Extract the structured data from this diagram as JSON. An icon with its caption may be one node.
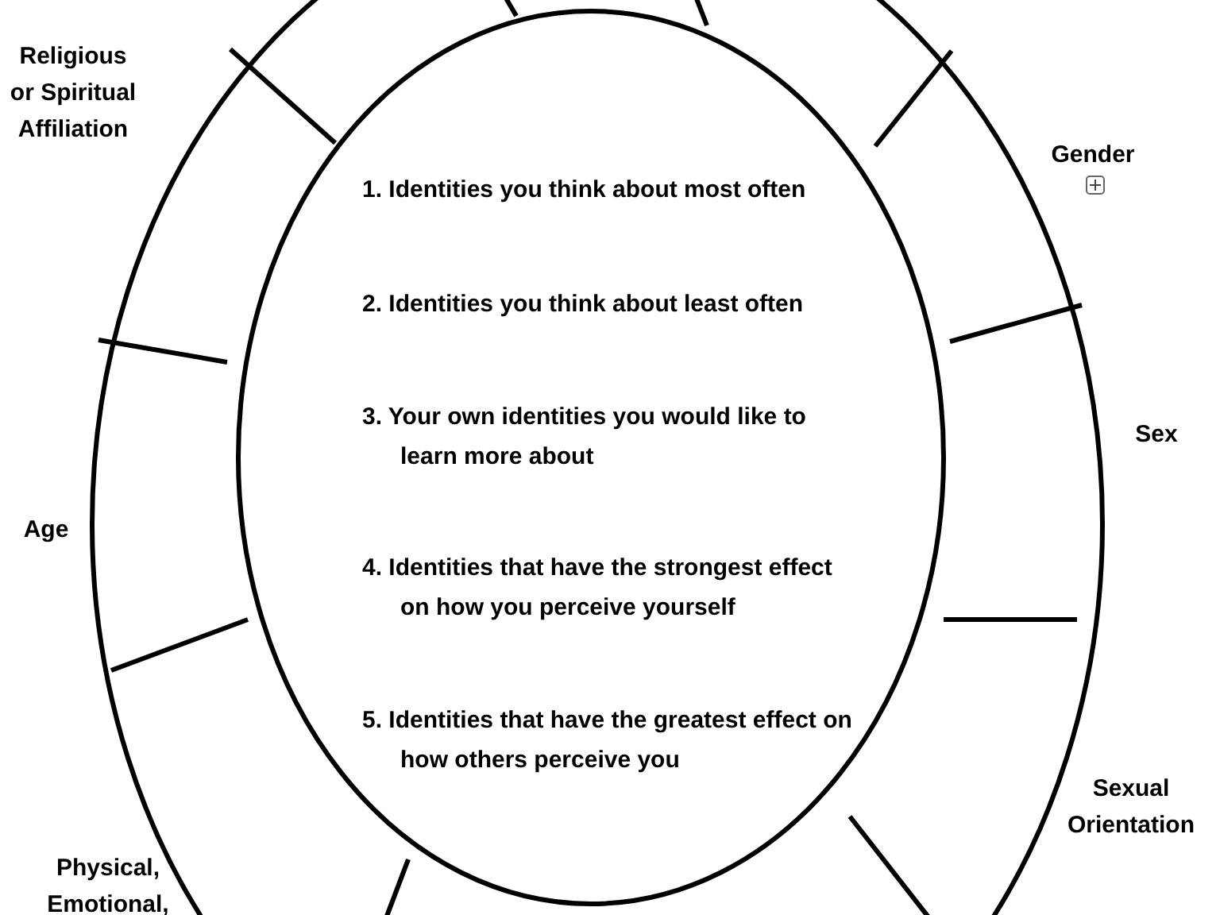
{
  "diagram": {
    "nodes": [
      {
        "text": [],
        "shape": "circle"
      },
      {
        "text": [
          "1. Identities you think about most often",
          "2. Identities you think about least often",
          "3. Your own identities you would like to learn more about",
          "4. Identities that have the strongest effect on how you perceive yourself",
          "5. Identities that have the greatest effect on how others perceive you"
        ],
        "in": 0
      }
    ],
    "edges": [],
    "labels": [
      "Religious or Spiritual Affiliation",
      "Gender",
      "Sex",
      "Age",
      "Sexual Orientation",
      "Physical, Emotional,"
    ]
  }
}
